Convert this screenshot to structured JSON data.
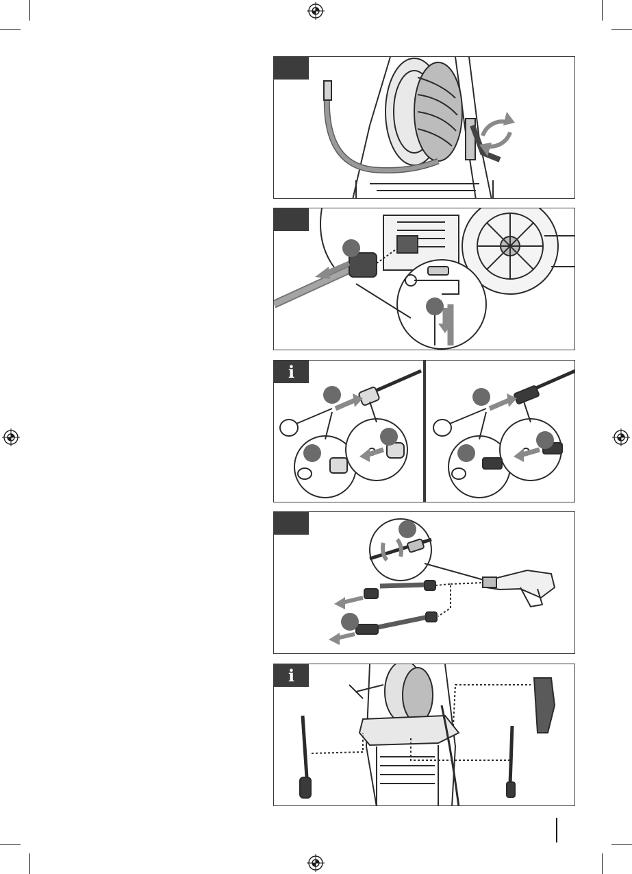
{
  "info_badge": {
    "symbol": "i"
  },
  "panels": [
    {
      "id": "hose-reel",
      "badge": ""
    },
    {
      "id": "water-connection",
      "badge": ""
    },
    {
      "id": "nozzle-cleaning",
      "badge": "i"
    },
    {
      "id": "lance-attach",
      "badge": ""
    },
    {
      "id": "accessory-storage",
      "badge": "i"
    }
  ],
  "steps": {
    "a": "",
    "b": "",
    "c": ""
  },
  "colors": {
    "badge_bg": "#3c3c3c",
    "line": "#3a3a3a",
    "arrow_gray": "#8a8a8a",
    "step_gray": "#6b6b6b"
  },
  "icons": [
    "registration-mark-icon",
    "info-icon",
    "rotate-arrow-icon",
    "direction-arrow-icon",
    "water-tap-icon"
  ]
}
